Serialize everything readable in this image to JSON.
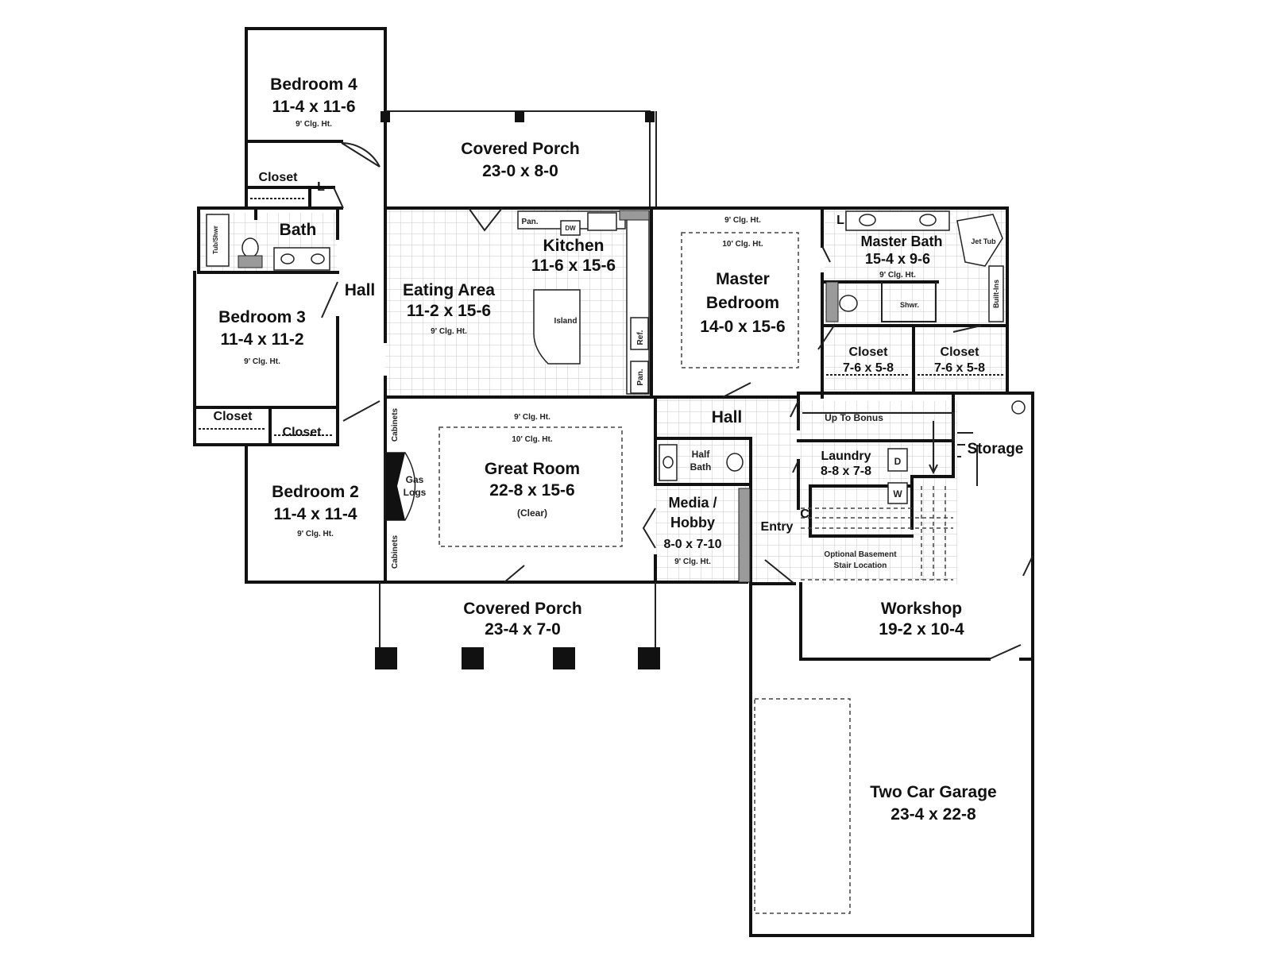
{
  "rooms": {
    "bedroom4": {
      "name": "Bedroom 4",
      "dims": "11-4 x 11-6",
      "ceiling": "9' Clg. Ht."
    },
    "covered_porch_top": {
      "name": "Covered Porch",
      "dims": "23-0 x 8-0"
    },
    "closet_b4": {
      "name": "Closet"
    },
    "linen_b4": {
      "name": "L"
    },
    "bath": {
      "name": "Bath",
      "tub_label": "Tub/Shwr"
    },
    "hall_west": {
      "name": "Hall"
    },
    "bedroom3": {
      "name": "Bedroom 3",
      "dims": "11-4 x 11-2",
      "ceiling": "9' Clg. Ht."
    },
    "closet_b3": {
      "name": "Closet"
    },
    "closet_b2": {
      "name": "Closet"
    },
    "bedroom2": {
      "name": "Bedroom 2",
      "dims": "11-4 x 11-4",
      "ceiling": "9' Clg. Ht."
    },
    "eating_area": {
      "name": "Eating Area",
      "dims": "11-2 x 15-6",
      "ceiling": "9' Clg. Ht."
    },
    "kitchen": {
      "name": "Kitchen",
      "dims": "11-6 x 15-6",
      "island": "Island",
      "pantry1": "Pan.",
      "dw": "DW",
      "ref": "Ref.",
      "pantry2": "Pan."
    },
    "great_room": {
      "name": "Great Room",
      "dims": "22-8 x 15-6",
      "note": "(Clear)",
      "ceiling1": "9' Clg. Ht.",
      "ceiling2": "10' Clg. Ht.",
      "cabinets_top": "Cabinets",
      "cabinets_bottom": "Cabinets",
      "fireplace_line1": "Gas",
      "fireplace_line2": "Logs"
    },
    "covered_porch_bottom": {
      "name": "Covered Porch",
      "dims": "23-4 x 7-0"
    },
    "master_bedroom": {
      "name_line1": "Master",
      "name_line2": "Bedroom",
      "dims": "14-0 x 15-6",
      "ceiling1": "9' Clg. Ht.",
      "ceiling2": "10' Clg. Ht."
    },
    "master_bath": {
      "name": "Master Bath",
      "dims": "15-4 x 9-6",
      "ceiling": "9' Clg. Ht.",
      "jet_tub": "Jet Tub",
      "shower": "Shwr.",
      "builtins": "Built-Ins",
      "linen": "L"
    },
    "closet_mb1": {
      "name": "Closet",
      "dims": "7-6 x 5-8"
    },
    "closet_mb2": {
      "name": "Closet",
      "dims": "7-6 x 5-8"
    },
    "hall_center": {
      "name": "Hall"
    },
    "half_bath": {
      "name_line1": "Half",
      "name_line2": "Bath"
    },
    "media_hobby": {
      "name_line1": "Media /",
      "name_line2": "Hobby",
      "dims": "8-0 x 7-10",
      "ceiling": "9' Clg. Ht."
    },
    "entry": {
      "name": "Entry"
    },
    "stairs": {
      "label": "Up To Bonus"
    },
    "laundry": {
      "name": "Laundry",
      "dims": "8-8 x 7-8",
      "dryer": "D",
      "washer": "W",
      "closet": "C"
    },
    "basement_stair": {
      "line1": "Optional Basement",
      "line2": "Stair Location"
    },
    "storage": {
      "name": "Storage"
    },
    "workshop": {
      "name": "Workshop",
      "dims": "19-2 x 10-4"
    },
    "garage": {
      "name": "Two Car Garage",
      "dims": "23-4 x 22-8"
    }
  }
}
